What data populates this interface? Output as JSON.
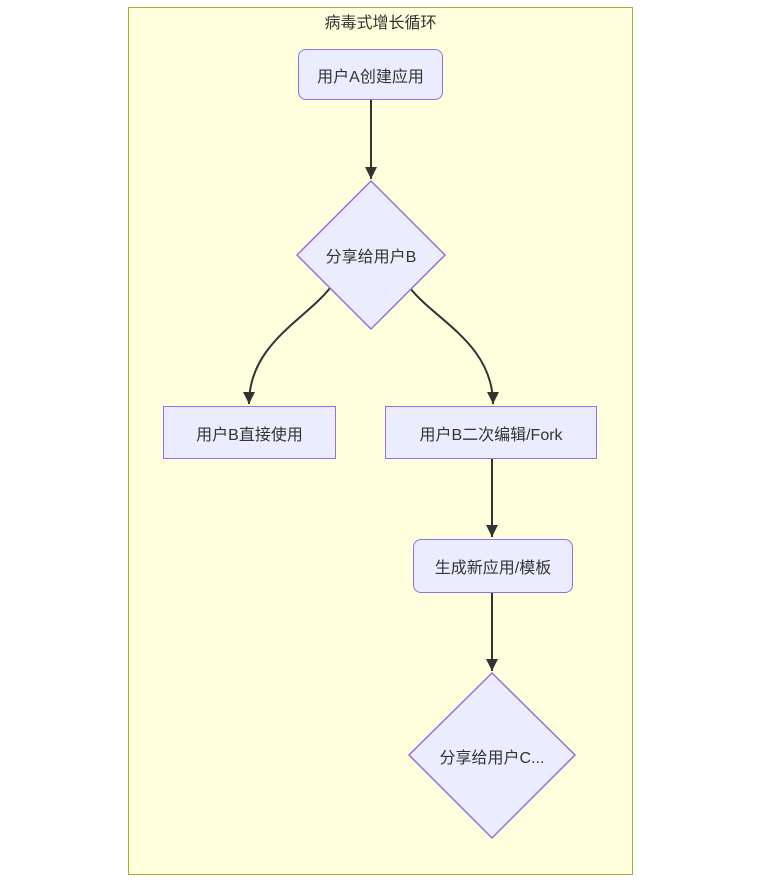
{
  "diagram": {
    "type": "flowchart",
    "direction": "top-down",
    "title": "病毒式增长循环",
    "nodes": [
      {
        "id": "A",
        "label": "用户A创建应用",
        "shape": "rounded-rect"
      },
      {
        "id": "B",
        "label": "分享给用户B",
        "shape": "diamond"
      },
      {
        "id": "C",
        "label": "用户B直接使用",
        "shape": "rect"
      },
      {
        "id": "D",
        "label": "用户B二次编辑/Fork",
        "shape": "rect"
      },
      {
        "id": "E",
        "label": "生成新应用/模板",
        "shape": "rounded-rect"
      },
      {
        "id": "F",
        "label": "分享给用户C...",
        "shape": "diamond"
      }
    ],
    "edges": [
      {
        "from": "A",
        "to": "B"
      },
      {
        "from": "B",
        "to": "C"
      },
      {
        "from": "B",
        "to": "D"
      },
      {
        "from": "D",
        "to": "E"
      },
      {
        "from": "E",
        "to": "F"
      }
    ],
    "colors": {
      "node_fill": "#ECECFF",
      "node_border": "#9370DB",
      "cluster_fill": "#FFFFDE",
      "cluster_border": "#AAAA33",
      "edge": "#333333",
      "text": "#333333"
    }
  }
}
